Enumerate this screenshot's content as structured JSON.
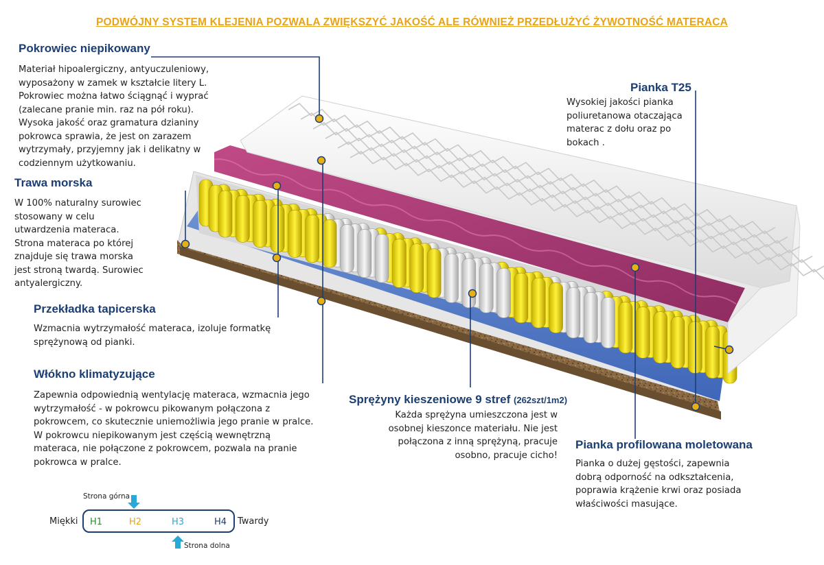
{
  "banner": "PODWÓJNY SYSTEM KLEJENIA POZWALA ZWIĘKSZYĆ JAKOŚĆ ALE RÓWNIEŻ PRZEDŁUŻYĆ ŻYWOTNOŚĆ MATERACA",
  "pokrowiec": {
    "title": "Pokrowiec  niepikowany",
    "lines": [
      "Materiał hipoalergiczny, antyuczuleniowy,",
      "wyposażony w zamek w kształcie litery L.",
      "Pokrowiec można łatwo ściągnąć i wyprać",
      "(zalecane pranie min.  raz na pół roku).",
      "Wysoka jakość oraz gramatura dzianiny",
      "pokrowca sprawia, że jest on zarazem",
      "wytrzymały, przyjemny jak i delikatny w",
      "codziennym użytkowaniu."
    ]
  },
  "trawa": {
    "title": "Trawa morska",
    "lines": [
      "W 100% naturalny surowiec",
      "stosowany w celu",
      "utwardzenia materaca.",
      "Strona materaca po której",
      "znajduje się trawa morska",
      "jest stroną twardą. Surowiec",
      "antyalergiczny."
    ]
  },
  "przekladka": {
    "title": "Przekładka tapicerska",
    "lines": [
      "Wzmacnia wytrzymałość materaca, izoluje formatkę",
      "sprężynową od pianki."
    ]
  },
  "wlokno": {
    "title": "Włókno klimatyzujące",
    "lines": [
      "Zapewnia odpowiednią wentylację materaca, wzmacnia jego",
      "wytrzymałość - w pokrowcu pikowanym połączona z",
      "pokrowcem, co skutecznie uniemożliwia jego pranie w pralce.",
      "W pokrowcu niepikowanym jest częścią wewnętrzną",
      "materaca, nie połączone z pokrowcem, pozwala na pranie",
      "pokrowca w pralce."
    ]
  },
  "pianka_t25": {
    "title": "Pianka T25",
    "lines": [
      "Wysokiej jakości pianka",
      "poliuretanowa otaczająca",
      "materac z dołu oraz po",
      "bokach ."
    ]
  },
  "sprezyny": {
    "title": "Sprężyny kieszeniowe 9 stref",
    "title_suffix": "(262szt/1m2)",
    "lines": [
      "Każda sprężyna umieszczona jest w",
      "osobnej kieszonce materiału. Nie jest",
      "połączona z inną sprężyną, pracuje",
      "osobno, pracuje cicho!"
    ]
  },
  "pianka_prof": {
    "title": "Pianka profilowana moletowana",
    "lines": [
      "Pianka o dużej gęstości, zapewnia",
      "dobrą odporność na odkształcenia,",
      "poprawia krążenie krwi oraz posiada",
      "właściwości masujące."
    ]
  },
  "scale": {
    "left_label": "Miękki",
    "right_label": "Twardy",
    "top_label": "Strona górna",
    "bottom_label": "Strona dolna",
    "levels": [
      {
        "label": "H1",
        "color": "#2e8b2e"
      },
      {
        "label": "H2",
        "color": "#e8a317"
      },
      {
        "label": "H3",
        "color": "#29a9d6"
      },
      {
        "label": "H4",
        "color": "#1b3e73"
      }
    ]
  },
  "colors": {
    "accent": "#1b3e73",
    "banner": "#e8a317",
    "dot": "#e8b014"
  }
}
